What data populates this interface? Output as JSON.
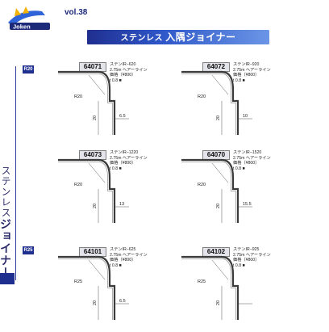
{
  "header": {
    "volume": "vol.38",
    "title_prefix": "ステンレス",
    "title_main": "入隅ジョイナー"
  },
  "sidebar": {
    "title_prefix": "ステンレス",
    "title_main": "ジョイナー",
    "badges": [
      "R20",
      "R25"
    ]
  },
  "products": [
    {
      "code": "64071",
      "name": "ステンIR−620",
      "spec": "2.75m ヘアーライン",
      "price": "価格（¥800）",
      "thickness": "t 0.8 ■",
      "radius": "R20",
      "height": "20",
      "width": "6.5"
    },
    {
      "code": "64072",
      "name": "ステンIR−920",
      "spec": "2.75m ヘアーライン",
      "price": "価格（¥800）",
      "thickness": "t 0.8 ■",
      "radius": "R20",
      "height": "20",
      "width": "10"
    },
    {
      "code": "64073",
      "name": "ステンIR−1220",
      "spec": "2.75m ヘアーライン",
      "price": "価格（¥800）",
      "thickness": "t 0.8 ■",
      "radius": "R20",
      "height": "20",
      "width": "13"
    },
    {
      "code": "64070",
      "name": "ステンIR−1520",
      "spec": "2.75m ヘアーライン",
      "price": "価格（¥800）",
      "thickness": "t 0.8 ■",
      "radius": "R20",
      "height": "20",
      "width": "15.5"
    },
    {
      "code": "64101",
      "name": "ステンIR−625",
      "spec": "2.75m ヘアーライン",
      "price": "価格（¥800）",
      "thickness": "t 0.8 ■",
      "radius": "R25",
      "height": "20",
      "width": "6.5"
    },
    {
      "code": "64102",
      "name": "ステンIR−925",
      "spec": "2.75m ヘアーライン",
      "price": "価格（¥800）",
      "thickness": "t 0.8 ■",
      "radius": "R25",
      "height": "20",
      "width": ""
    }
  ]
}
